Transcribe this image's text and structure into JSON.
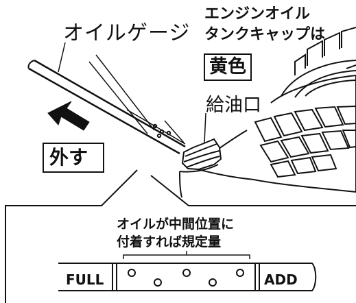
{
  "labels": {
    "oil_gauge": "オイルゲージ",
    "cap_line1": "エンジンオイル",
    "cap_line2": "タンクキャップは",
    "cap_color": "黄色",
    "oil_filler": "給油口",
    "remove": "外す",
    "note_line1": "オイルが中間位置に",
    "note_line2": "付着すれば規定量"
  },
  "dipstick": {
    "full_mark": "FULL",
    "add_mark": "ADD"
  },
  "colors": {
    "line": "#111111",
    "fill": "#ffffff"
  }
}
